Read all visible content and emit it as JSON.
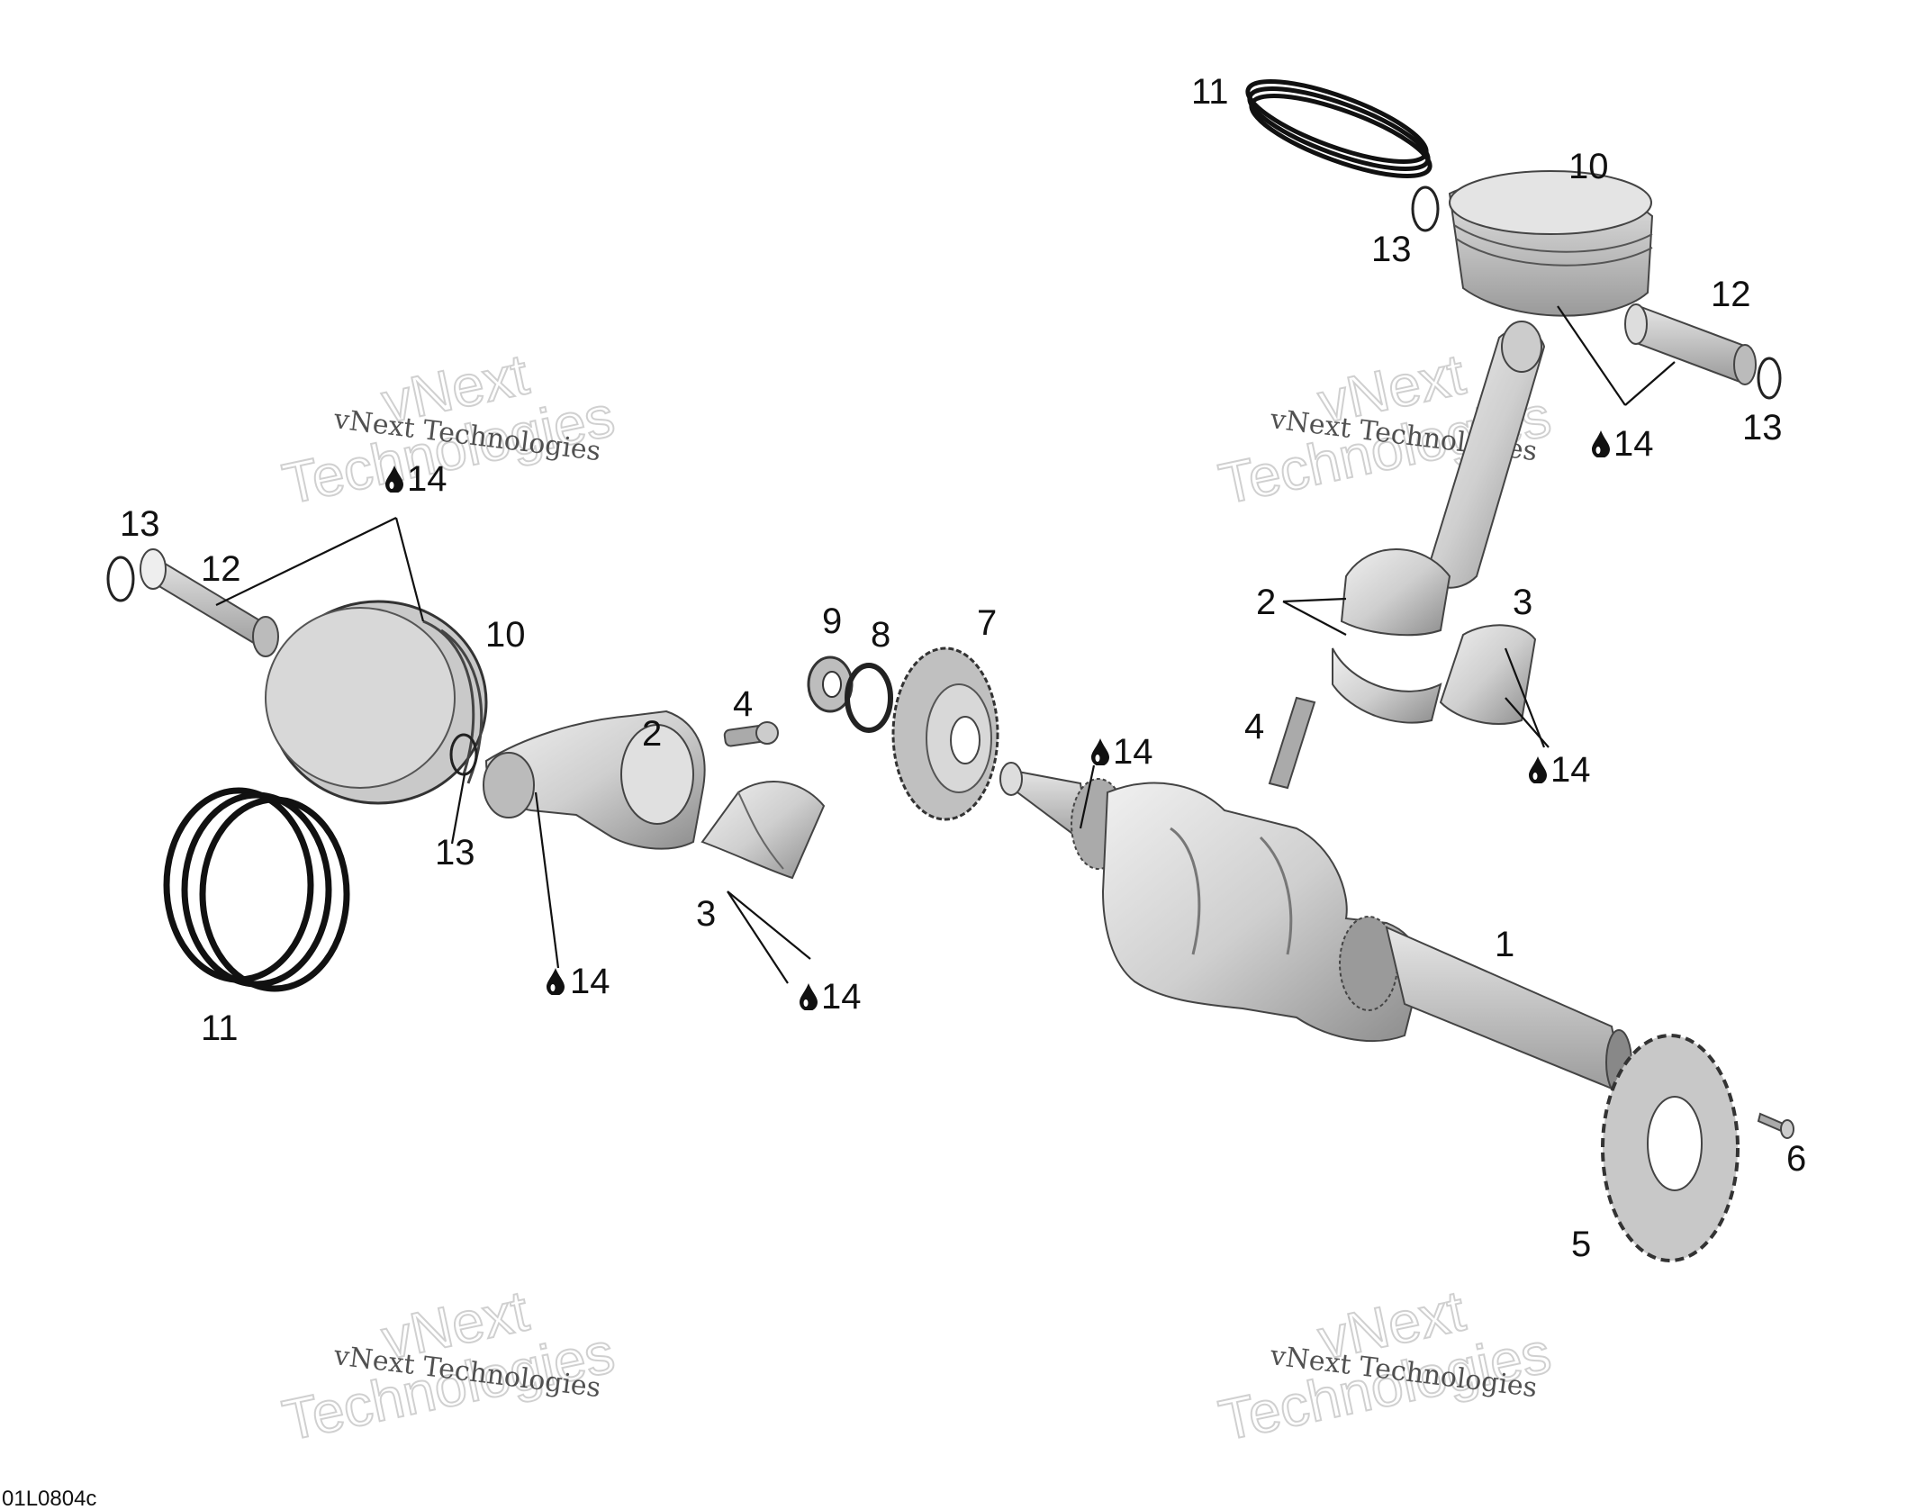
{
  "drawing_code": "01L0804c",
  "watermark": {
    "line1": "vNext Technologies",
    "line2a": "vNext",
    "line2b": "Technologies"
  },
  "lubricant_symbol": "drop-icon",
  "callouts": {
    "n1": "1",
    "n2": "2",
    "n3": "3",
    "n4": "4",
    "n5": "5",
    "n6": "6",
    "n7": "7",
    "n8": "8",
    "n9": "9",
    "n10": "10",
    "n11": "11",
    "n12": "12",
    "n13": "13",
    "n14": "14"
  },
  "colors": {
    "part_fill": "#d6d6d6",
    "part_dark": "#8a8a8a",
    "line": "#111111"
  }
}
